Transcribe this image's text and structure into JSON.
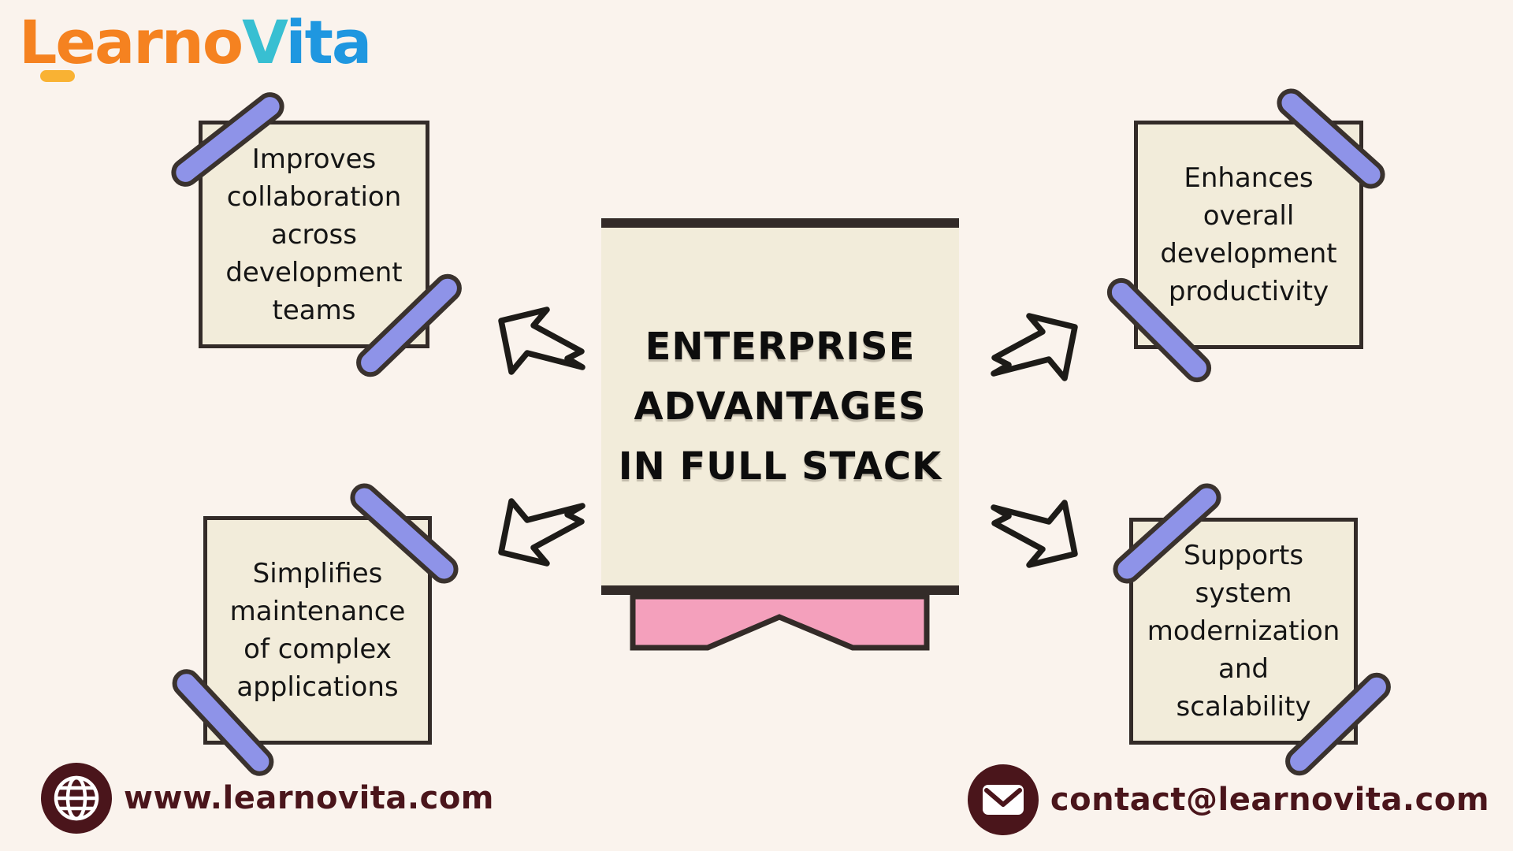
{
  "logo": {
    "learno": "Learno",
    "v": "V",
    "ita": "ita"
  },
  "center_box": {
    "line1": "ENTERPRISE",
    "line2": "ADVANTAGES",
    "line3": "IN FULL STACK"
  },
  "cards": {
    "top_left": "Improves collaboration across development teams",
    "top_right": "Enhances overall development productivity",
    "bottom_left": "Simplifies maintenance of complex applications",
    "bottom_right": "Supports system modernization and scalability"
  },
  "footer": {
    "website": "www.learnovita.com",
    "email": "contact@learnovita.com"
  },
  "icons": {
    "globe": "globe-icon",
    "envelope": "envelope-icon"
  },
  "colors": {
    "background": "#faf3ed",
    "card_fill": "#f2ecda",
    "outline": "#332b28",
    "tape_purple": "#8e93e8",
    "ribbon_pink": "#f4a0bc",
    "footer_maroon": "#4a151b",
    "logo_orange": "#f58220",
    "logo_yellow": "#f9b233",
    "logo_teal": "#38bfd2",
    "logo_blue": "#1f97e0"
  }
}
